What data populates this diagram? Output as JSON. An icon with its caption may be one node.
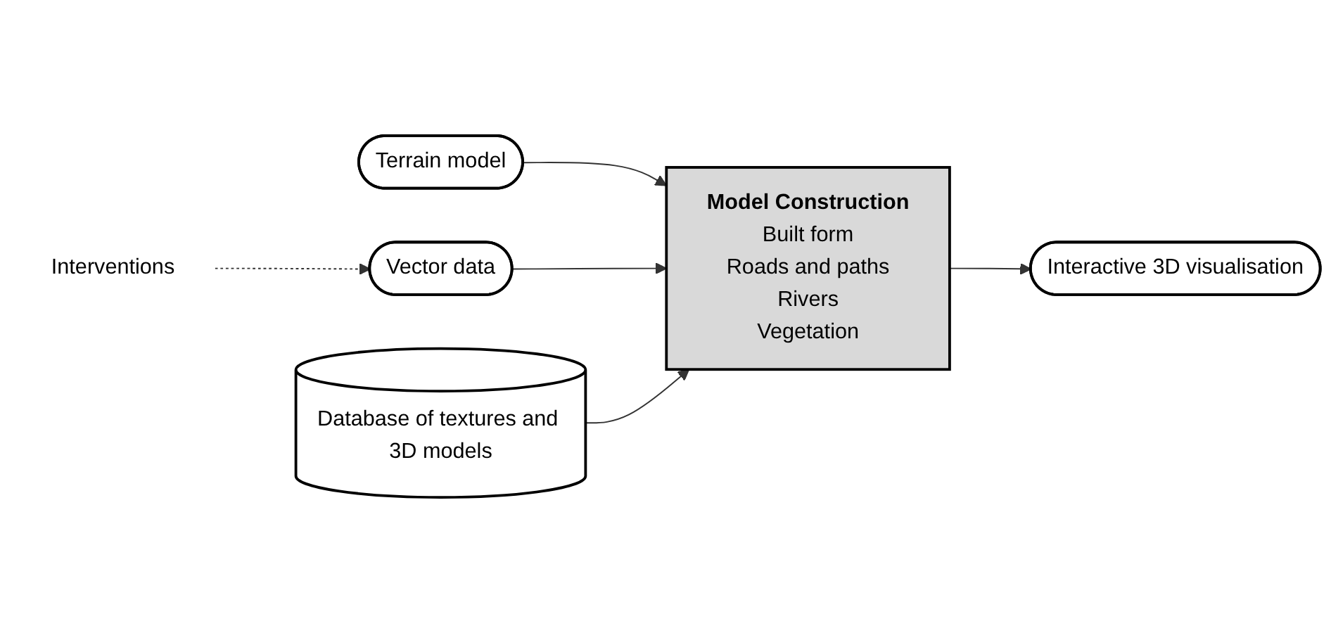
{
  "diagram": {
    "nodes": [
      {
        "text": [
          "Terrain model"
        ]
      },
      {
        "text": [
          "Vector data"
        ]
      },
      {
        "text": [
          "Model Construction",
          "Built form",
          "Roads and paths",
          "Rivers",
          "Vegetation"
        ]
      },
      {
        "text": [
          "Interactive 3D visualisation"
        ]
      },
      {
        "text": [
          "Database of textures and 3D models"
        ]
      },
      {
        "text": [
          "Interventions"
        ]
      }
    ],
    "edges": [
      {
        "from": 0,
        "to": 2,
        "arrow": "to"
      },
      {
        "from": 1,
        "to": 2,
        "arrow": "to"
      },
      {
        "from": 2,
        "to": 3,
        "arrow": "to"
      },
      {
        "from": 4,
        "to": 2,
        "arrow": "to"
      },
      {
        "from": 5,
        "to": 1,
        "arrow": "to",
        "style": "dashed"
      }
    ]
  }
}
